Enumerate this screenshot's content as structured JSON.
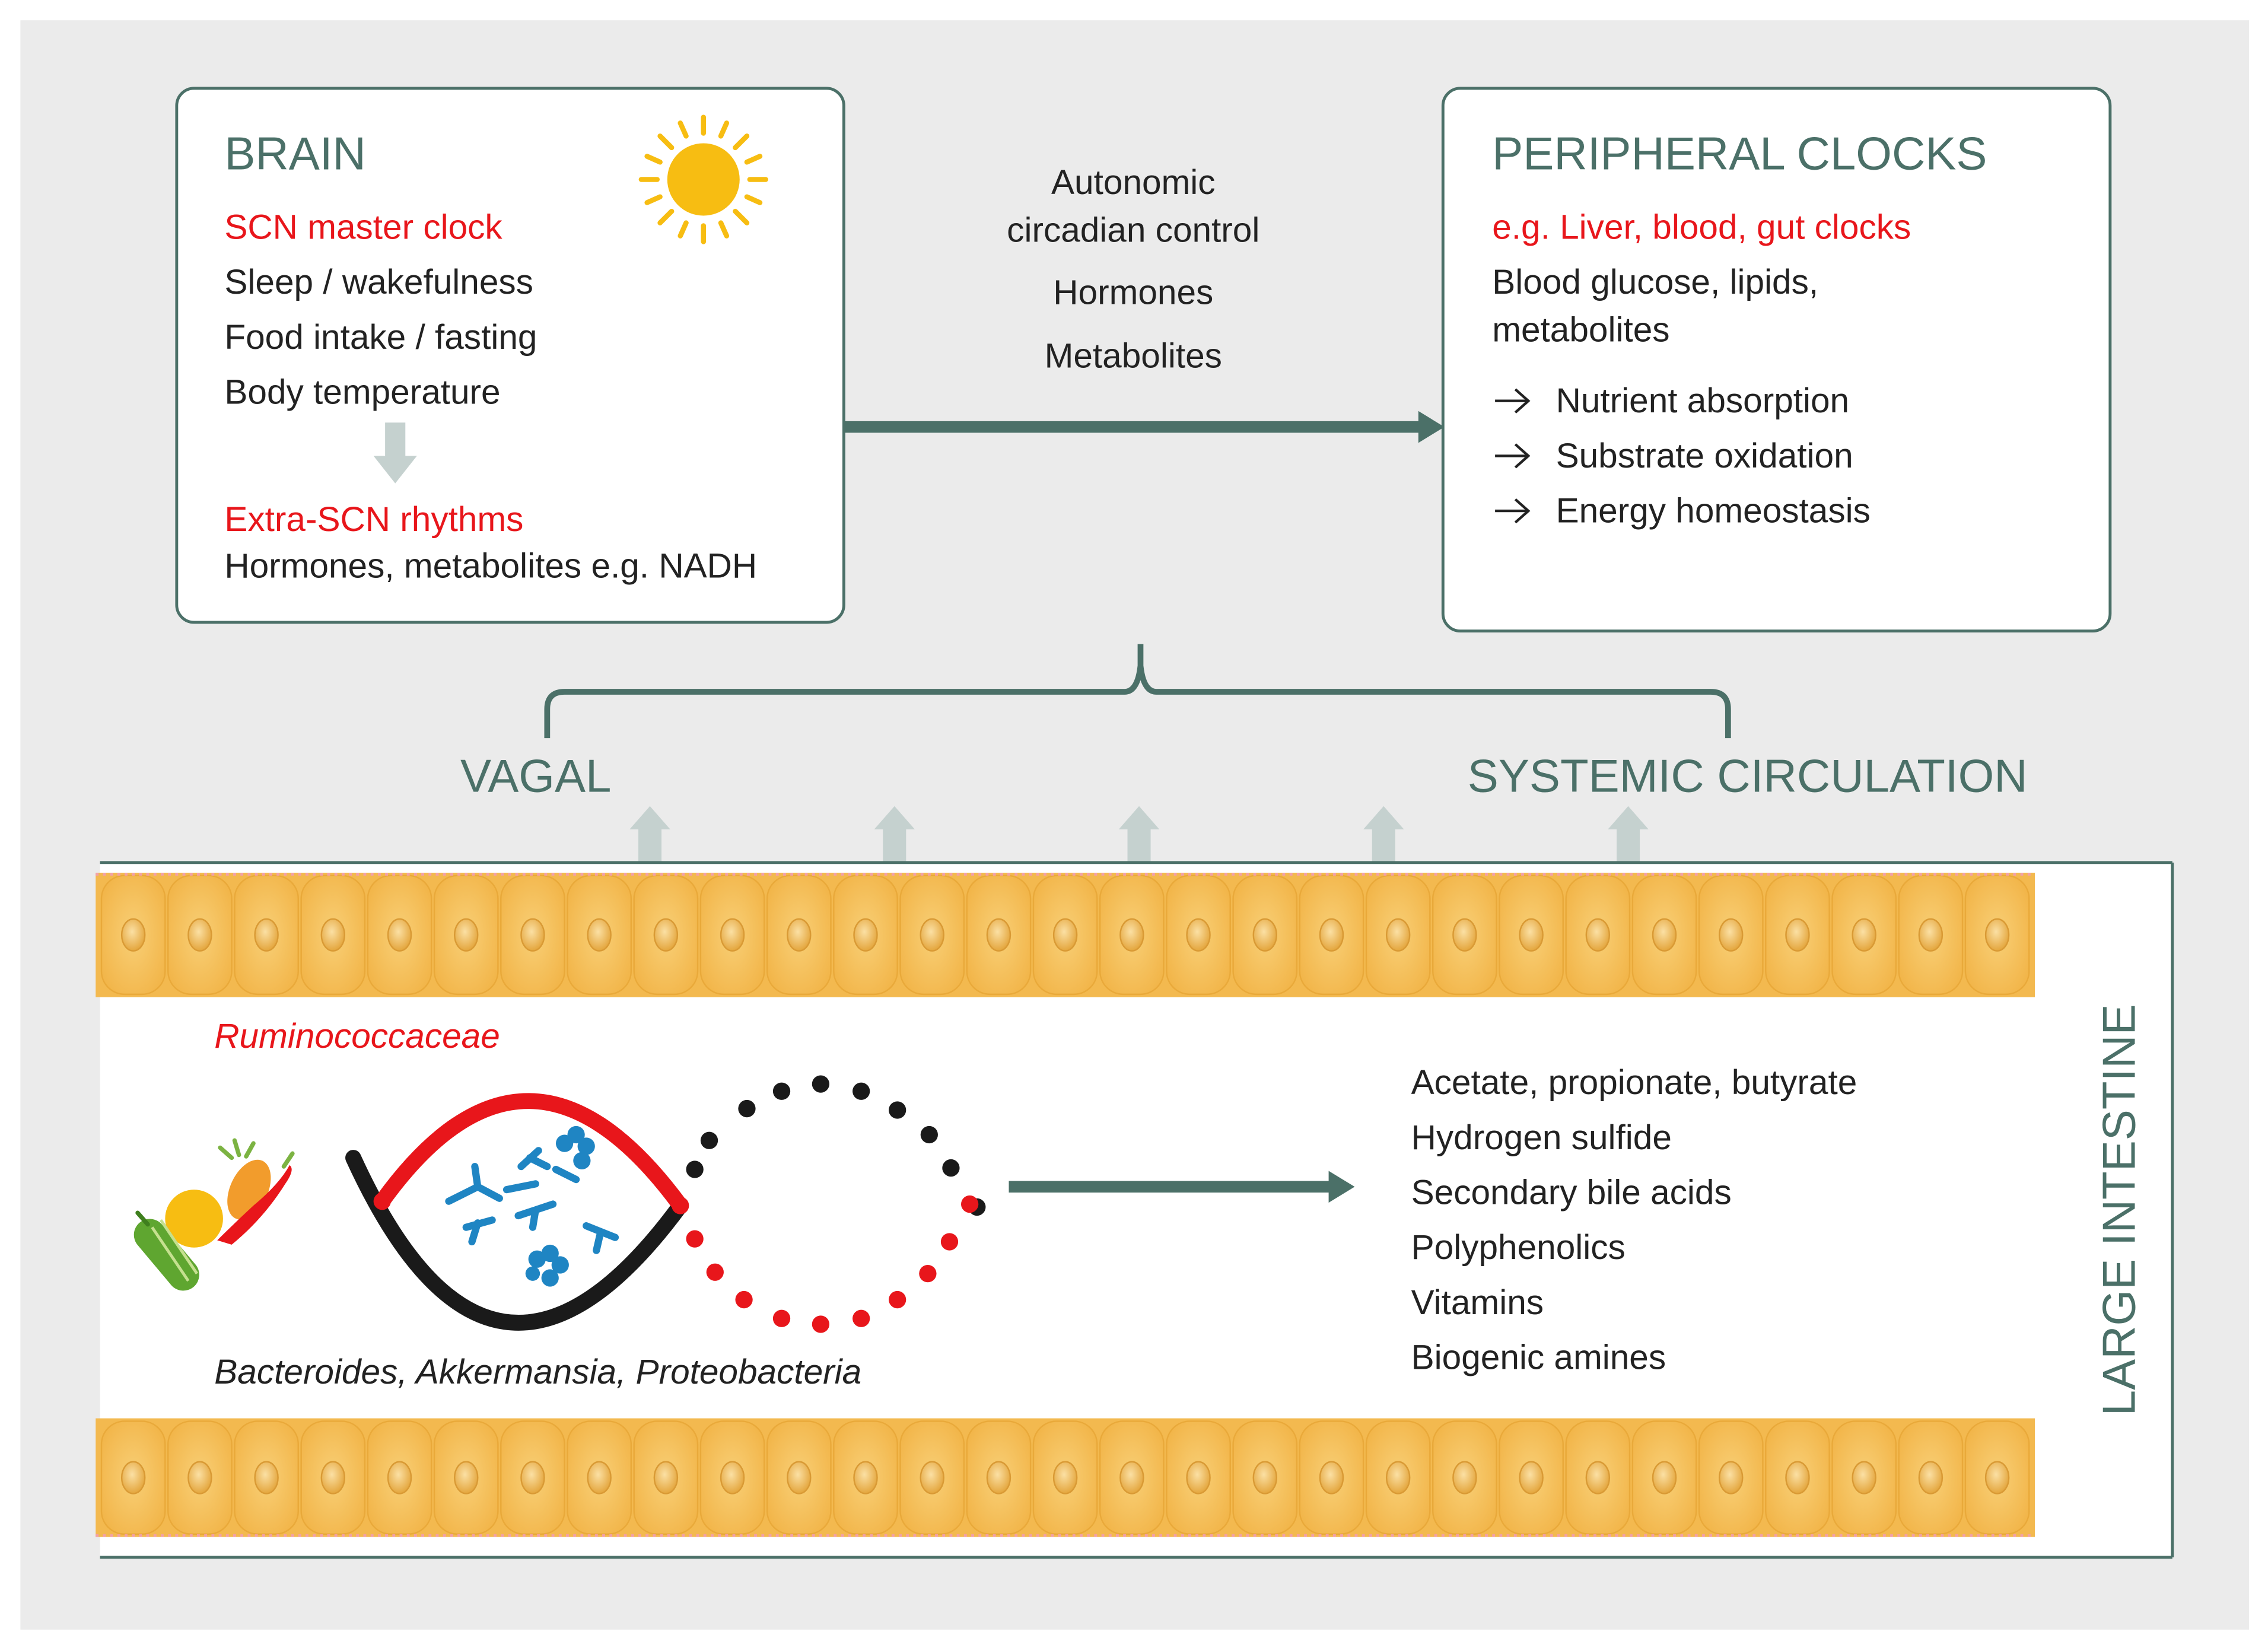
{
  "brain": {
    "title": "BRAIN",
    "scn": "SCN master clock",
    "items": [
      "Sleep / wakefulness",
      "Food intake / fasting",
      "Body temperature"
    ],
    "extra_title": "Extra-SCN rhythms",
    "extra_text": "Hormones, metabolites e.g. NADH"
  },
  "middle": {
    "line1": "Autonomic",
    "line2": "circadian control",
    "line3": "Hormones",
    "line4": "Metabolites"
  },
  "peripheral": {
    "title": "PERIPHERAL CLOCKS",
    "examples": "e.g. Liver, blood, gut clocks",
    "line1": "Blood glucose, lipids,",
    "line2": "metabolites",
    "outcomes": [
      "Nutrient absorption",
      "Substrate oxidation",
      "Energy homeostasis"
    ]
  },
  "routes": {
    "vagal": "VAGAL",
    "systemic": "SYSTEMIC CIRCULATION"
  },
  "intestine": {
    "label": "LARGE INTESTINE",
    "ruminococcaceae": "Ruminococcaceae",
    "bacteroides": "Bacteroides, Akkermansia, Proteobacteria",
    "products": [
      "Acetate, propionate, butyrate",
      "Hydrogen sulfide",
      "Secondary bile acids",
      "Polyphenolics",
      "Vitamins",
      "Biogenic amines"
    ]
  },
  "colors": {
    "teal": "#4b7068",
    "red": "#e8161b",
    "text": "#222222",
    "background": "#ebebeb",
    "blue_bacteria": "#1f85c3",
    "cell_orange": "#f5c25d",
    "arrow_grey": "#c5d1cf",
    "sun": "#f7bd12"
  }
}
